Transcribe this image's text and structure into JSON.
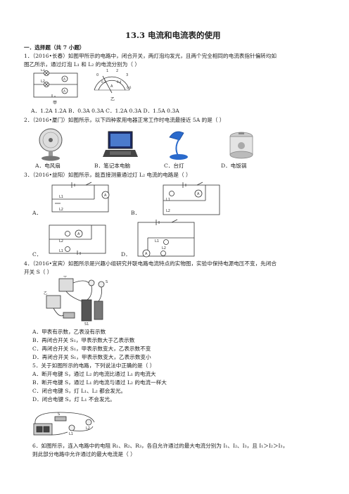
{
  "doc": {
    "title": "13.3  电流和电流表的使用",
    "section": "一．选择题（共 7 小题）"
  },
  "q1": {
    "line1": "1．（2016•长春）如图甲所示的电路中，闭合开关，两灯泡均发光，且两个完全相同的电流表指针偏转均如",
    "line2": "图乙所示，通过灯泡 L₁ 和 L₂ 的电流分别为（        ）",
    "fig_label_jia": "甲",
    "fig_label_yi": "乙",
    "options": "A．1.2A 1.2A     B．0.3A 0.3A     C．1.2A 0.3A     D．1.5A 0.3A"
  },
  "q2": {
    "line1": "2．（2016•厦门）如图所示，以下四种家用电器正常工作时电流最接近 5A 的是（        ）",
    "opt_a": "A．电风扇",
    "opt_b": "B．笔记本电脑",
    "opt_c": "C．台灯",
    "opt_d": "D．电饭锅"
  },
  "q3": {
    "line1": "3．（2016•益阳）如图所示，能直接测量通过灯 L₂ 电流的电路是（        ）",
    "label_a": "A．",
    "label_b": "B．",
    "label_c": "C．",
    "label_d": "D．"
  },
  "q4": {
    "line1": "4．（2016•宜宾）如图所示是兴趣小组研究并联电路电流特点的实物图，实验中保持电源电压不变，先闭合",
    "line2": "开关 S（        ）",
    "opt_a": "A．甲表有示数，乙表没有示数",
    "opt_b": "B．再闭合开关 S₁，甲表示数大于乙表示数",
    "opt_c": "C．再闭合开关 S₁，甲表示数变大，乙表示数不变",
    "opt_d": "D．再闭合开关 S₁，甲表示数变大，乙表示数变小"
  },
  "q5": {
    "line1": "5．关于如图所示的电路，下列说法中正确的是（        ）",
    "opt_a": "A．断开电键 S，通过 L₂ 的电流比通过 L₁ 的电流大",
    "opt_b": "B．断开电键 S，通过 L₁ 的电流与通过 L₂ 的电流一样大",
    "opt_c": "C．闭合电键 S，灯 L₁、L₂ 都会发光。",
    "opt_d": "D．闭合电键 S，灯 L₁ 不会发光。"
  },
  "q6": {
    "line1": "6．如图所示，连入电路中的电阻 R₁、R₂、R₃，各自允许通过的最大电流分别为 I₁、I₂、I₃，且 I₁＞I₂＞I₃，",
    "line2": "则此部分电路中允许通过的最大电流是（        ）"
  },
  "colors": {
    "text": "#222222",
    "line": "#333333"
  }
}
